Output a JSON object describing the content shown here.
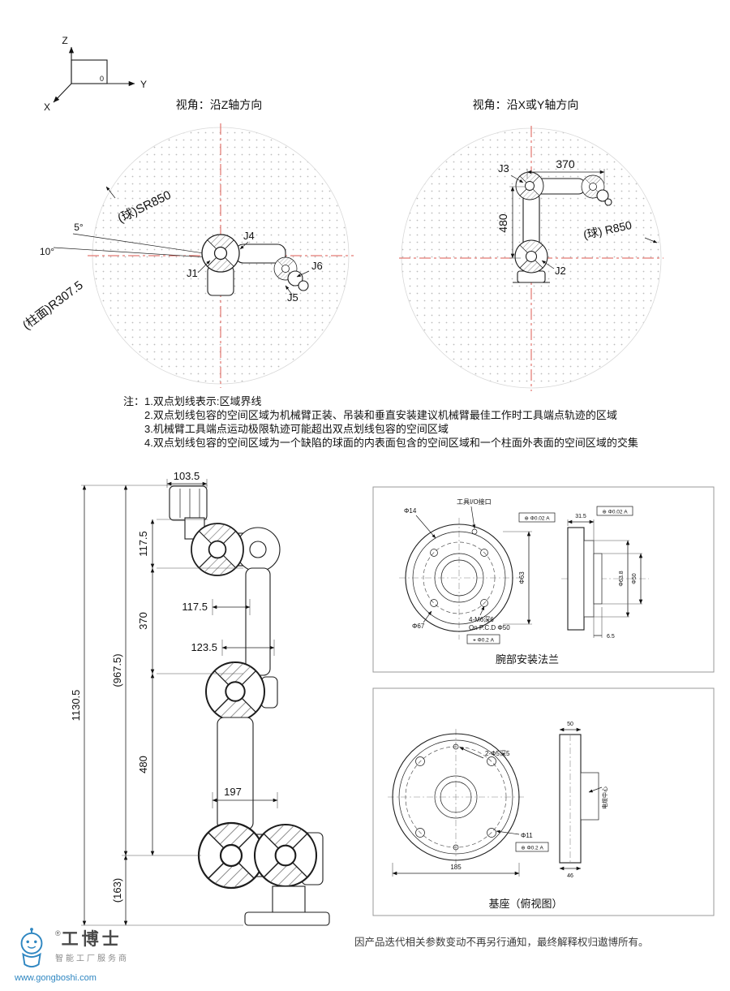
{
  "axes_icon": {
    "x_label": "X",
    "y_label": "Y",
    "z_label": "Z",
    "origin_label": "0"
  },
  "workspace_top": {
    "title": "视角：沿Z轴方向",
    "sphere_radius_label": "(球)SR850",
    "cylinder_radius_label": "(柱面)R307.5",
    "angle_small": "5°",
    "angle_large": "10°",
    "j1": "J1",
    "j4": "J4",
    "j5": "J5",
    "j6": "J6"
  },
  "workspace_side": {
    "title": "视角：沿X或Y轴方向",
    "sphere_radius_label": "(球) R850",
    "dim_370": "370",
    "dim_480": "480",
    "j2": "J2",
    "j3": "J3"
  },
  "notes": {
    "label": "注：",
    "items": [
      "1.双点划线表示:区域界线",
      "2.双点划线包容的空间区域为机械臂正装、吊装和垂直安装建议机械臂最佳工作时工具端点轨迹的区域",
      "3.机械臂工具端点运动极限轨迹可能超出双点划线包容的空间区域",
      "4.双点划线包容的空间区域为一个缺陷的球面的内表面包含的空间区域和一个柱面外表面的空间区域的交集"
    ]
  },
  "front_view": {
    "dim_103_5": "103.5",
    "dim_117_5_v": "117.5",
    "dim_370": "370",
    "dim_480": "480",
    "dim_1130_5": "1130.5",
    "dim_967_5": "(967.5)",
    "dim_163": "(163)",
    "dim_117_5_h": "117.5",
    "dim_123_5": "123.5",
    "dim_197": "197"
  },
  "flange_detail": {
    "caption": "腕部安装法兰",
    "io_port_label": "工具I/O接口",
    "dia_14": "Φ14",
    "dia_63": "Φ63",
    "dia_67": "Φ67",
    "bolt_spec": "4-M6深6",
    "bolt_pcd": "On P.C.D Φ50",
    "tol_runout": "⊕ Φ0.02 A",
    "tol_position": "⌖ Φ0.2 A",
    "side_dia_50": "Φ50",
    "side_dia_638": "Φ63.8",
    "side_dim_31_5": "31.5",
    "side_dim_6_5": "6.5"
  },
  "base_detail": {
    "caption": "基座（俯视图）",
    "pin_hole_spec": "2-Φ5深5",
    "dia_11": "Φ11",
    "tol_position": "⊕ Φ0.2 A",
    "dim_185": "185",
    "dim_50": "50",
    "dim_46": "46",
    "cable_center_label": "电缆中心"
  },
  "footer": {
    "reg_mark": "®",
    "brand": "工博士",
    "tagline": "智能工厂服务商",
    "website": "www.gongboshi.com",
    "disclaimer": "因产品迭代相关参数变动不再另行通知，最终解释权归遨博所有。"
  }
}
